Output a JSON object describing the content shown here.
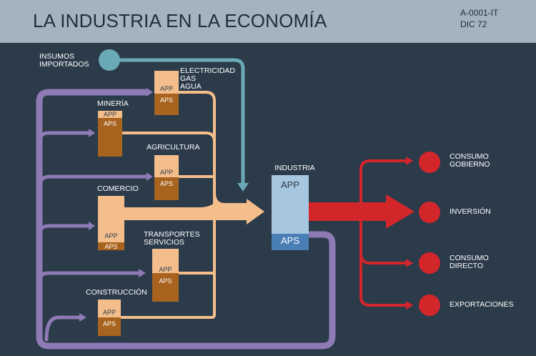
{
  "header": {
    "title": "LA INDUSTRIA EN LA ECONOMÍA",
    "code": "A-0001-IT",
    "date": "DIC 72"
  },
  "colors": {
    "background": "#2b3b4a",
    "header": "#a5b3bf",
    "app_sector": "#f4be8c",
    "aps_sector": "#a8631e",
    "flow_purple": "#8e7ab5",
    "flow_teal": "#6aa9b6",
    "industry_app": "#a7c7e0",
    "industry_aps": "#4a7fb5",
    "output_red": "#d3262b"
  },
  "inputs": {
    "imported": "INSUMOS\nIMPORTADOS"
  },
  "sectors": {
    "electricidad": {
      "label": "ELECTRICIDAD\nGAS\nAGUA",
      "app": "APP",
      "aps": "APS"
    },
    "mineria": {
      "label": "MINERÍA",
      "app": "APP",
      "aps": "APS"
    },
    "agricultura": {
      "label": "AGRICULTURA",
      "app": "APP",
      "aps": "APS"
    },
    "comercio": {
      "label": "COMERCIO",
      "app": "APP",
      "aps": "APS"
    },
    "transportes": {
      "label": "TRANSPORTES\nSERVICIOS",
      "app": "APP",
      "aps": "APS"
    },
    "construccion": {
      "label": "CONSTRUCCIÓN",
      "app": "APP",
      "aps": "APS"
    }
  },
  "industry": {
    "label": "INDUSTRIA",
    "app": "APP",
    "aps": "APS"
  },
  "outputs": {
    "gobierno": "CONSUMO\nGOBIERNO",
    "inversion": "INVERSIÓN",
    "directo": "CONSUMO\nDIRECTO",
    "exportaciones": "EXPORTACIONES"
  }
}
